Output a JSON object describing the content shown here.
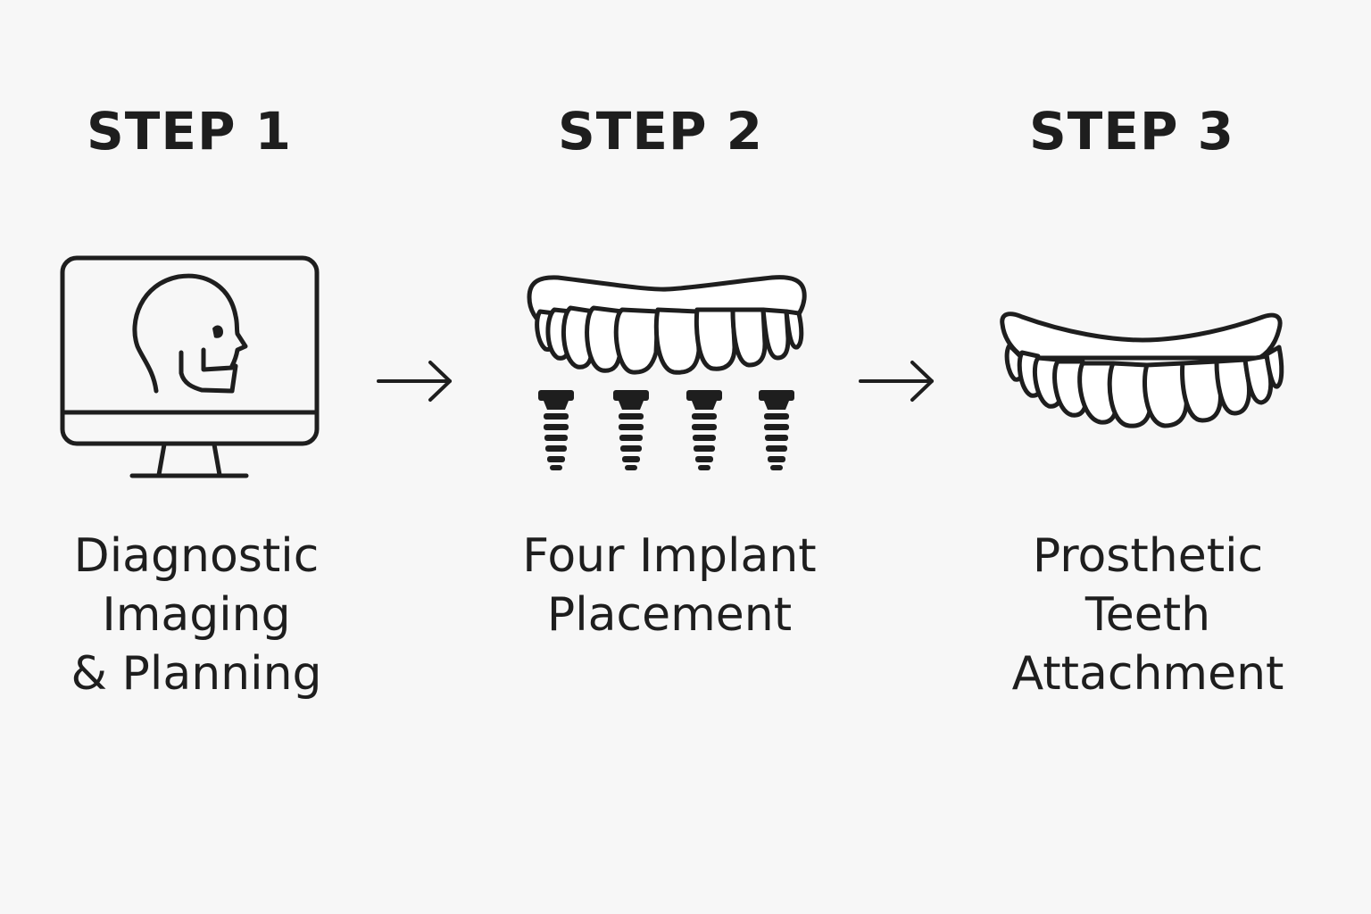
{
  "steps": [
    {
      "title": "STEP 1",
      "description": [
        "Diagnostic",
        "Imaging",
        "& Planning"
      ],
      "icon": "computer-monitor-head-xray-icon"
    },
    {
      "title": "STEP 2",
      "description": [
        "Four Implant",
        "Placement"
      ],
      "icon": "dentures-with-four-implants-icon"
    },
    {
      "title": "STEP 3",
      "description": [
        "Prosthetic",
        "Teeth",
        "Attachment"
      ],
      "icon": "prosthetic-teeth-arch-icon"
    }
  ],
  "arrows": [
    "arrow-right-icon",
    "arrow-right-icon"
  ],
  "colors": {
    "background": "#f7f7f7",
    "ink": "#1e1e1e",
    "tooth_fill": "#ffffff"
  }
}
